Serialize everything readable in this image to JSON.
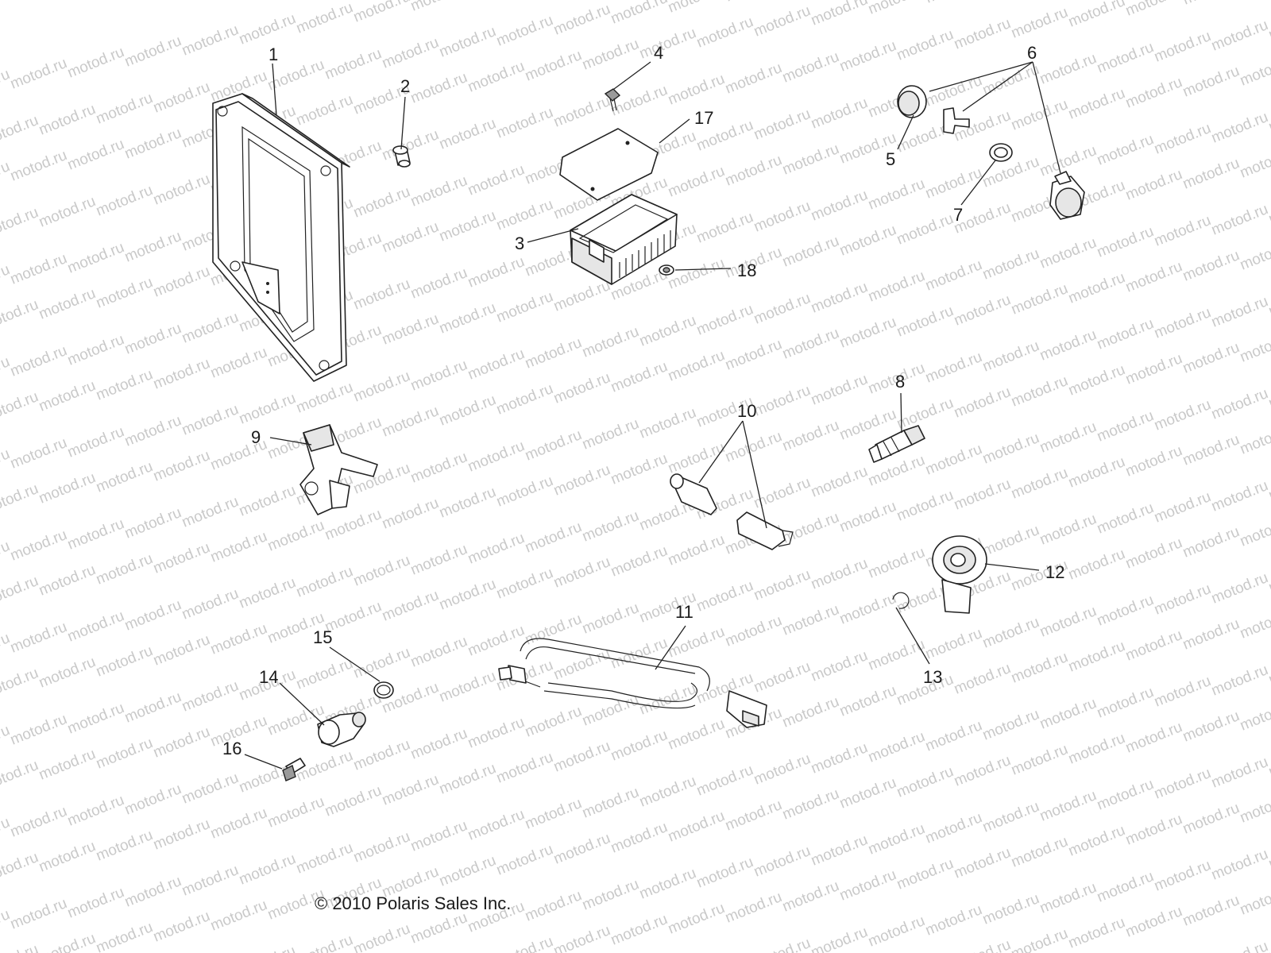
{
  "watermark_text": "motod.ru",
  "copyright": "© 2010 Polaris Sales Inc.",
  "callouts": {
    "c1": "1",
    "c2": "2",
    "c3": "3",
    "c4": "4",
    "c5": "5",
    "c6": "6",
    "c7": "7",
    "c8": "8",
    "c9": "9",
    "c10": "10",
    "c11": "11",
    "c12": "12",
    "c13": "13",
    "c14": "14",
    "c15": "15",
    "c16": "16",
    "c17": "17",
    "c18": "18"
  }
}
